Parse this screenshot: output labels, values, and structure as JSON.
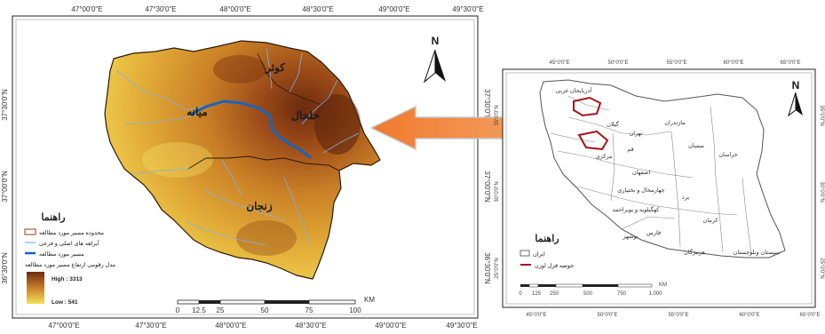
{
  "left_map": {
    "top_ticks": [
      "47°00'0\"E",
      "47°30'0\"E",
      "48°00'0\"E",
      "48°30'0\"E",
      "49°00'0\"E",
      "49°30'0\"E"
    ],
    "bottom_ticks": [
      "47°00'0\"E",
      "47°30'0\"E",
      "48°00'0\"E",
      "48°30'0\"E",
      "49°00'0\"E",
      "49°30'0\"E"
    ],
    "side_ticks": [
      "37°30'0\"N",
      "37°00'0\"N",
      "36°30'0\"N"
    ],
    "regions": [
      "کوثر",
      "میانه",
      "خلخال",
      "زنجان"
    ],
    "north": "N",
    "legend": {
      "title": "راهنما",
      "items": [
        "محدوده مسیر مورد مطالعه",
        "آبراهه های اصلی و فرعی",
        "مسیر مورد مطالعه",
        "مدل رقومی ارتفاع مسیر مورد مطالعه"
      ],
      "high": "High : 3313",
      "low": "Low : 541"
    },
    "scale": {
      "ticks": [
        "0",
        "12.5",
        "25",
        "50",
        "75",
        "100"
      ],
      "unit": "KM"
    }
  },
  "right_map": {
    "top_ticks": [
      "45°0'0\"E",
      "50°0'0\"E",
      "55°0'0\"E",
      "60°0'0\"E",
      "65°0'0\"E"
    ],
    "bottom_ticks": [
      "45°0'0\"E",
      "50°0'0\"E",
      "55°0'0\"E",
      "60°0'0\"E",
      "65°0'0\"E"
    ],
    "side_ticks": [
      "35°0'0\"N",
      "30°0'0\"N",
      "25°0'0\"N"
    ],
    "provinces": [
      "سمنان",
      "خراسان",
      "اصفهان",
      "یزد",
      "کرمان",
      "فارس",
      "هرمزگان",
      "سیستان وبلوچستان",
      "تهران",
      "قم",
      "مرکزی",
      "بوشهر",
      "مازندران",
      "گیلان",
      "کهگیلویه و بویراحمد",
      "چهارمحال و بختیاری",
      "آذربایجان غربی"
    ],
    "north": "N",
    "legend": {
      "title": "راهنما",
      "items": [
        "ایران",
        "حوضه قزل اوزن"
      ]
    },
    "scale": {
      "ticks": [
        "0",
        "125",
        "250",
        "500",
        "750",
        "1.000"
      ],
      "unit": "KM"
    }
  },
  "colors": {
    "dem_high": "#6b2a0e",
    "dem_mid": "#c97f26",
    "dem_low": "#f3e15a",
    "route": "#1565c0",
    "arrow": "#f0893c",
    "basin": "#a3161b"
  }
}
